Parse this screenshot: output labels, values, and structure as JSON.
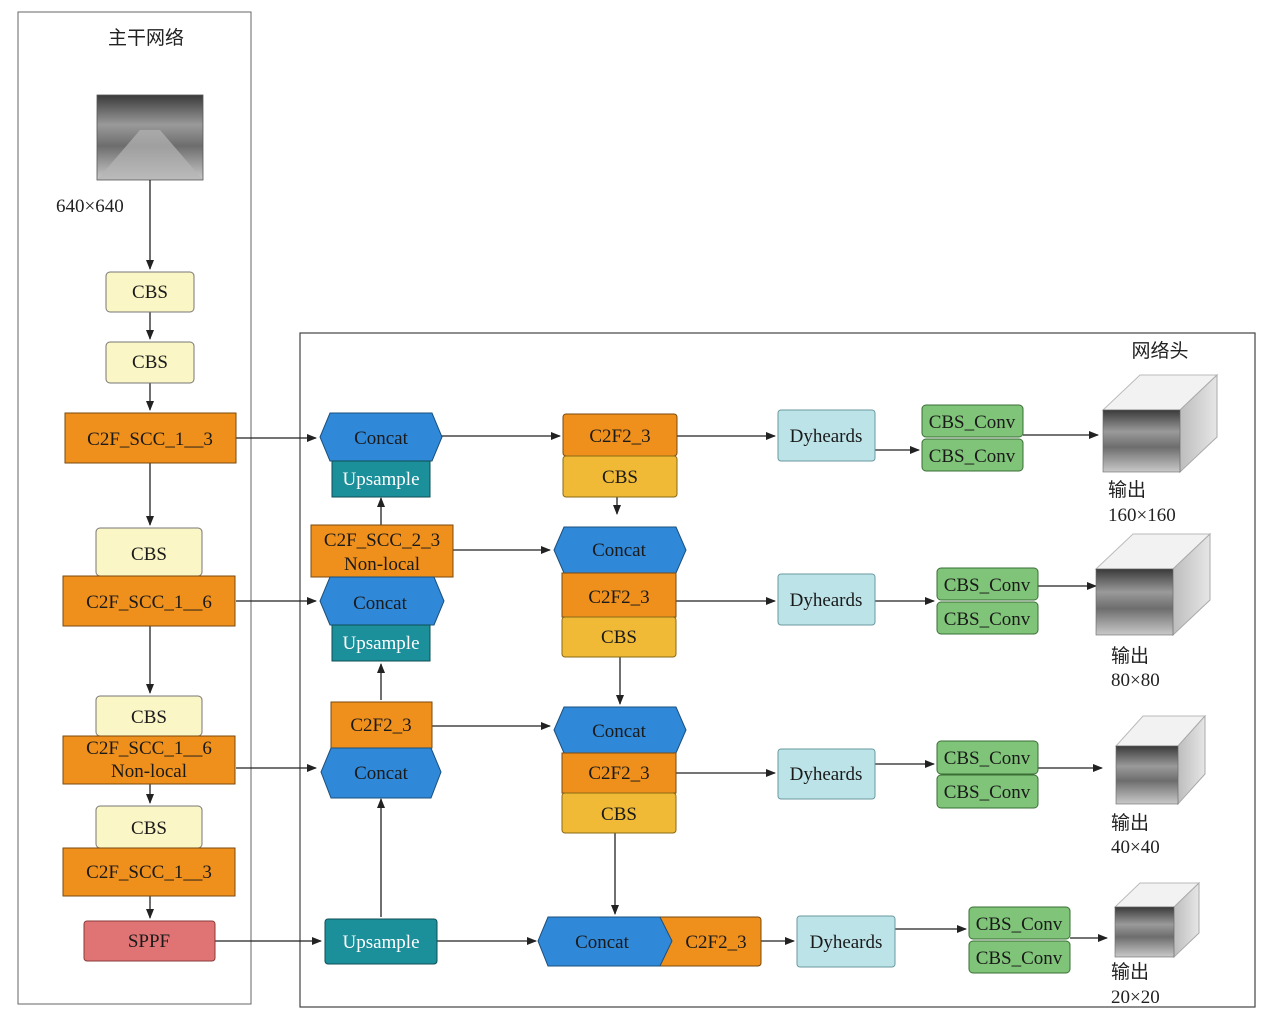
{
  "titles": {
    "backbone": "主干网络",
    "head": "网络头"
  },
  "input": {
    "size": "640×640"
  },
  "backbone": {
    "cbs_1": "CBS",
    "cbs_2": "CBS",
    "c2f_1": "C2F_SCC_1__3",
    "cbs_3": "CBS",
    "c2f_2": "C2F_SCC_1__6",
    "cbs_4": "CBS",
    "c2f_3_line1": "C2F_SCC_1__6",
    "c2f_3_line2": "Non-local",
    "cbs_5": "CBS",
    "c2f_4": "C2F_SCC_1__3",
    "sppf": "SPPF"
  },
  "neck": {
    "concat_1": "Concat",
    "upsample_1": "Upsample",
    "c2f_scc_line1": "C2F_SCC_2_3",
    "c2f_scc_line2": "Non-local",
    "concat_2": "Concat",
    "upsample_2": "Upsample",
    "c2f2_a": "C2F2_3",
    "concat_3": "Concat",
    "upsample_3": "Upsample"
  },
  "mid": {
    "c2f2_1": "C2F2_3",
    "cbs_1": "CBS",
    "concat_2": "Concat",
    "c2f2_2": "C2F2_3",
    "cbs_2": "CBS",
    "concat_3": "Concat",
    "c2f2_3": "C2F2_3",
    "cbs_3": "CBS",
    "concat_4": "Concat",
    "c2f2_4": "C2F2_3"
  },
  "heads": [
    {
      "dy": "Dyheards",
      "conv1": "CBS_Conv",
      "conv2": "CBS_Conv",
      "out_label": "输出",
      "out_size": "160×160"
    },
    {
      "dy": "Dyheards",
      "conv1": "CBS_Conv",
      "conv2": "CBS_Conv",
      "out_label": "输出",
      "out_size": "80×80"
    },
    {
      "dy": "Dyheards",
      "conv1": "CBS_Conv",
      "conv2": "CBS_Conv",
      "out_label": "输出",
      "out_size": "40×40"
    },
    {
      "dy": "Dyheards",
      "conv1": "CBS_Conv",
      "conv2": "CBS_Conv",
      "out_label": "输出",
      "out_size": "20×20"
    }
  ],
  "colors": {
    "cbs_light": "#fbf6c5",
    "orange": "#f0901c",
    "yellow": "#f0ba36",
    "blue": "#2f88d8",
    "teal": "#1b8f9a",
    "light_cyan": "#bce3e8",
    "green": "#7fc478",
    "red": "#e07474"
  }
}
